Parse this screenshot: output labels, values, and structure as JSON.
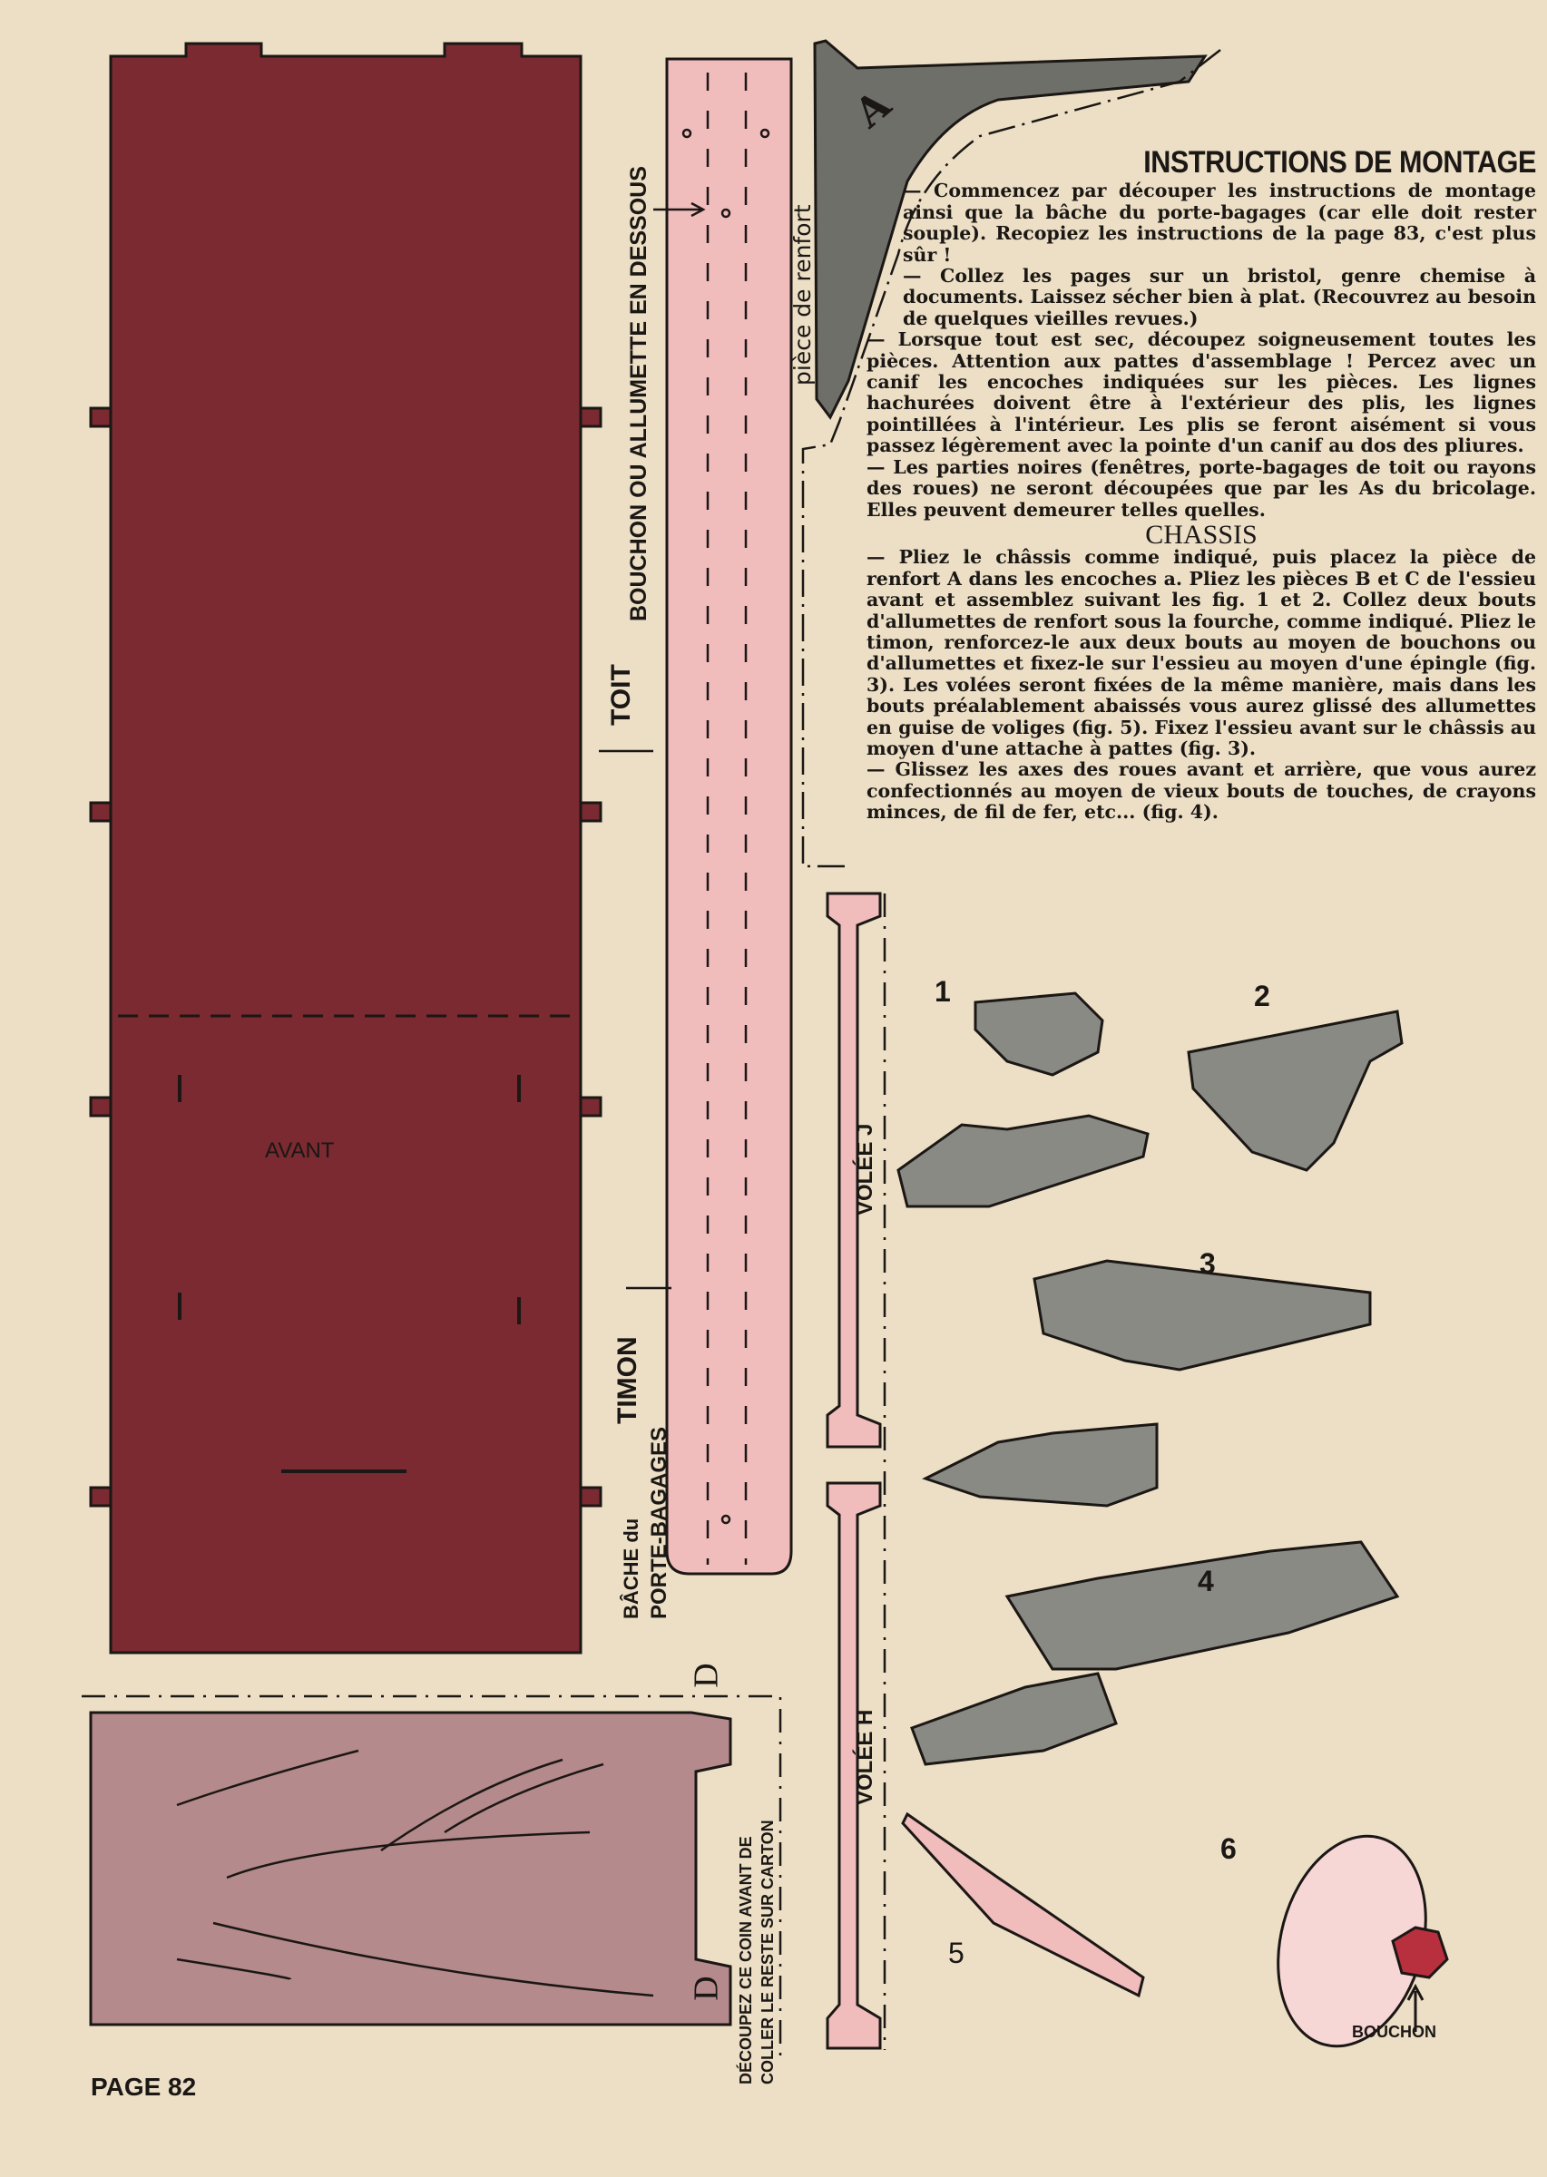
{
  "page": {
    "number_label": "PAGE 82"
  },
  "pieces": {
    "toit_body_label": "AVANT",
    "toit_label": "TOIT",
    "timon_label": "TIMON",
    "timon_note": "BOUCHON OU ALLUMETTE EN DESSOUS",
    "piece_a_letter": "A",
    "piece_a_note": "pièce de renfort",
    "volee_j_label": "VOLÉE J",
    "volee_h_label": "VOLÉE H",
    "bache_label_line1": "BÂCHE du",
    "bache_label_line2": "PORTE-BAGAGES",
    "bache_letter": "D",
    "bache_note_line1": "DÉCOUPEZ CE COIN AVANT DE",
    "bache_note_line2": "COLLER LE RESTE SUR CARTON"
  },
  "instructions": {
    "title": "INSTRUCTIONS DE MONTAGE",
    "paragraphs": [
      "— Commencez par découper les instructions de montage ainsi que la bâche du porte-bagages (car elle doit rester souple). Recopiez les instructions de la page 83, c'est plus sûr !",
      "— Collez les pages sur un bristol, genre chemise à documents. Laissez sécher bien à plat. (Recouvrez au besoin de quelques vieilles revues.)",
      "— Lorsque tout est sec, découpez soigneusement toutes les pièces. Attention aux pattes d'assemblage ! Percez avec un canif les encoches indiquées sur les pièces. Les lignes hachurées doivent être à l'extérieur des plis, les lignes pointillées à l'intérieur. Les plis se feront aisément si vous passez légèrement avec la pointe d'un canif au dos des pliures.",
      "— Les parties noires (fenêtres, porte-bagages de toit ou rayons des roues) ne seront découpées que par les As du bricolage. Elles peuvent demeurer telles quelles."
    ],
    "chassis_title": "CHASSIS",
    "chassis_paragraphs": [
      "— Pliez le châssis comme indiqué, puis placez la pièce de renfort A dans les encoches a. Pliez les pièces B et C de l'essieu avant et assemblez suivant les fig. 1 et 2. Collez deux bouts d'allumettes de renfort sous la fourche, comme indiqué. Pliez le timon, renforcez-le aux deux bouts au moyen de bouchons ou d'allumettes et fixez-le sur l'essieu au moyen d'une épingle (fig. 3). Les volées seront fixées de la même manière, mais dans les bouts préalablement abaissés vous aurez glissé des allumettes en guise de voliges (fig. 5). Fixez l'essieu avant sur le châssis au moyen d'une attache à pattes (fig. 3).",
      "— Glissez les axes des roues avant et arrière, que vous aurez confectionnés au moyen de vieux bouts de touches, de crayons minces, de fil de fer, etc... (fig. 4)."
    ]
  },
  "figures": {
    "numbers": [
      "1",
      "2",
      "3",
      "4",
      "5",
      "6"
    ],
    "bouchon_label": "BOUCHON"
  },
  "colors": {
    "paper": "#ecdfc6",
    "maroon": "#7a2a30",
    "pink": "#f0bcbc",
    "gray": "#6f6f6a",
    "mauve": "#b48a8c"
  }
}
